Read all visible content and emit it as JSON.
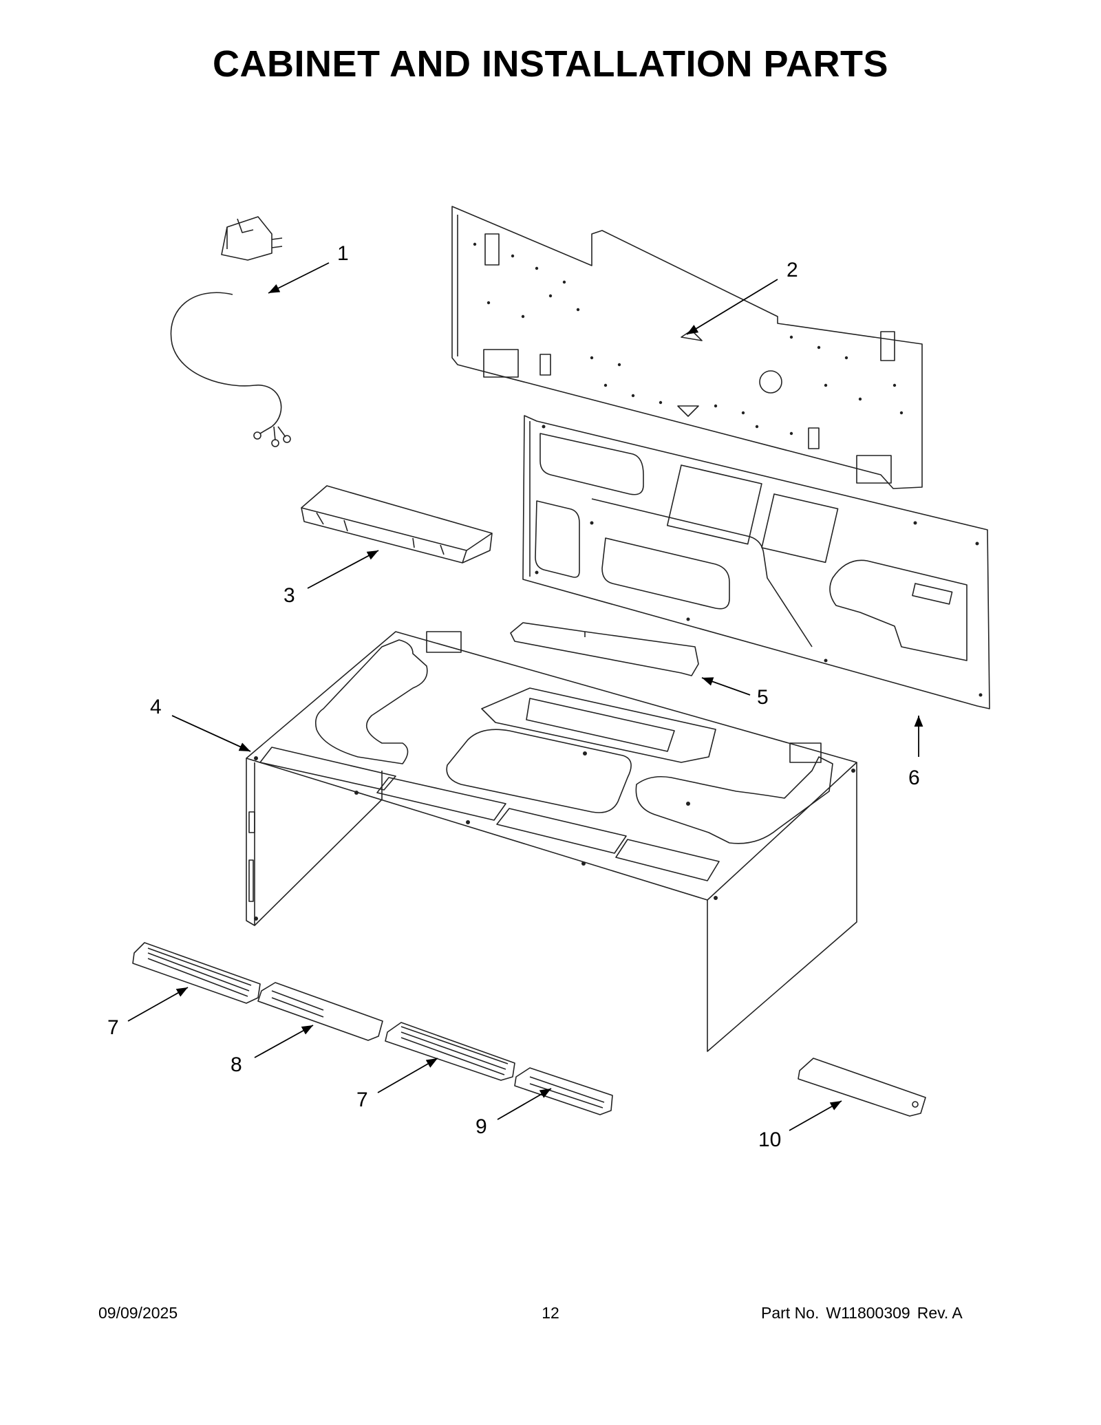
{
  "page": {
    "title": "CABINET AND INSTALLATION PARTS"
  },
  "callouts": [
    "1",
    "2",
    "3",
    "4",
    "5",
    "6",
    "7",
    "8",
    "7",
    "9",
    "10"
  ],
  "footer": {
    "date": "09/09/2025",
    "page_number": "12",
    "part_label": "Part No.",
    "part_number": "W11800309",
    "rev": "Rev.  A"
  }
}
